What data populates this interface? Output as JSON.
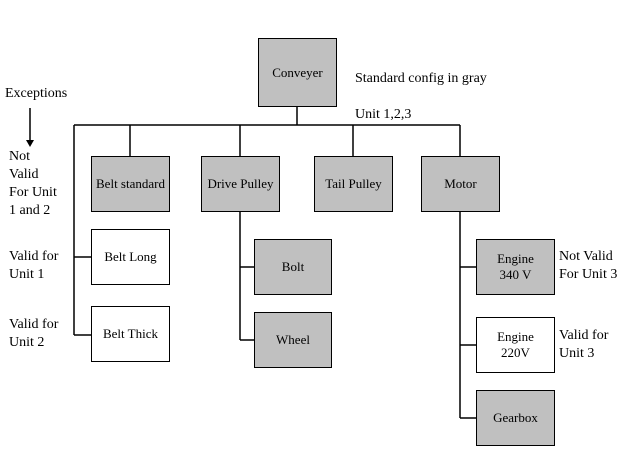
{
  "legend": {
    "line1": "Standard config in gray",
    "line2": "Unit 1,2,3"
  },
  "exceptions_label": "Exceptions",
  "root": {
    "label": "Conveyer",
    "color": "gray"
  },
  "level1": [
    {
      "label": "Belt standard",
      "color": "gray"
    },
    {
      "label": "Drive Pulley",
      "color": "gray"
    },
    {
      "label": "Tail Pulley",
      "color": "gray"
    },
    {
      "label": "Motor",
      "color": "gray"
    }
  ],
  "belt_children": [
    {
      "label": "Belt Long",
      "color": "white"
    },
    {
      "label": "Belt Thick",
      "color": "white"
    }
  ],
  "drive_children": [
    {
      "label": "Bolt",
      "color": "gray"
    },
    {
      "label": "Wheel",
      "color": "gray"
    }
  ],
  "motor_children": [
    {
      "label": "Engine\n340 V",
      "color": "gray"
    },
    {
      "label": "Engine\n220V",
      "color": "white"
    },
    {
      "label": "Gearbox",
      "color": "gray"
    }
  ],
  "left_notes": [
    "Not\nValid\nFor Unit\n1 and 2",
    "Valid for\nUnit 1",
    "Valid for\nUnit 2"
  ],
  "right_notes": [
    "Not Valid\nFor Unit 3",
    "Valid for\nUnit 3"
  ],
  "colors": {
    "gray": "#c0c0c0",
    "white": "#ffffff",
    "line": "#000000"
  }
}
